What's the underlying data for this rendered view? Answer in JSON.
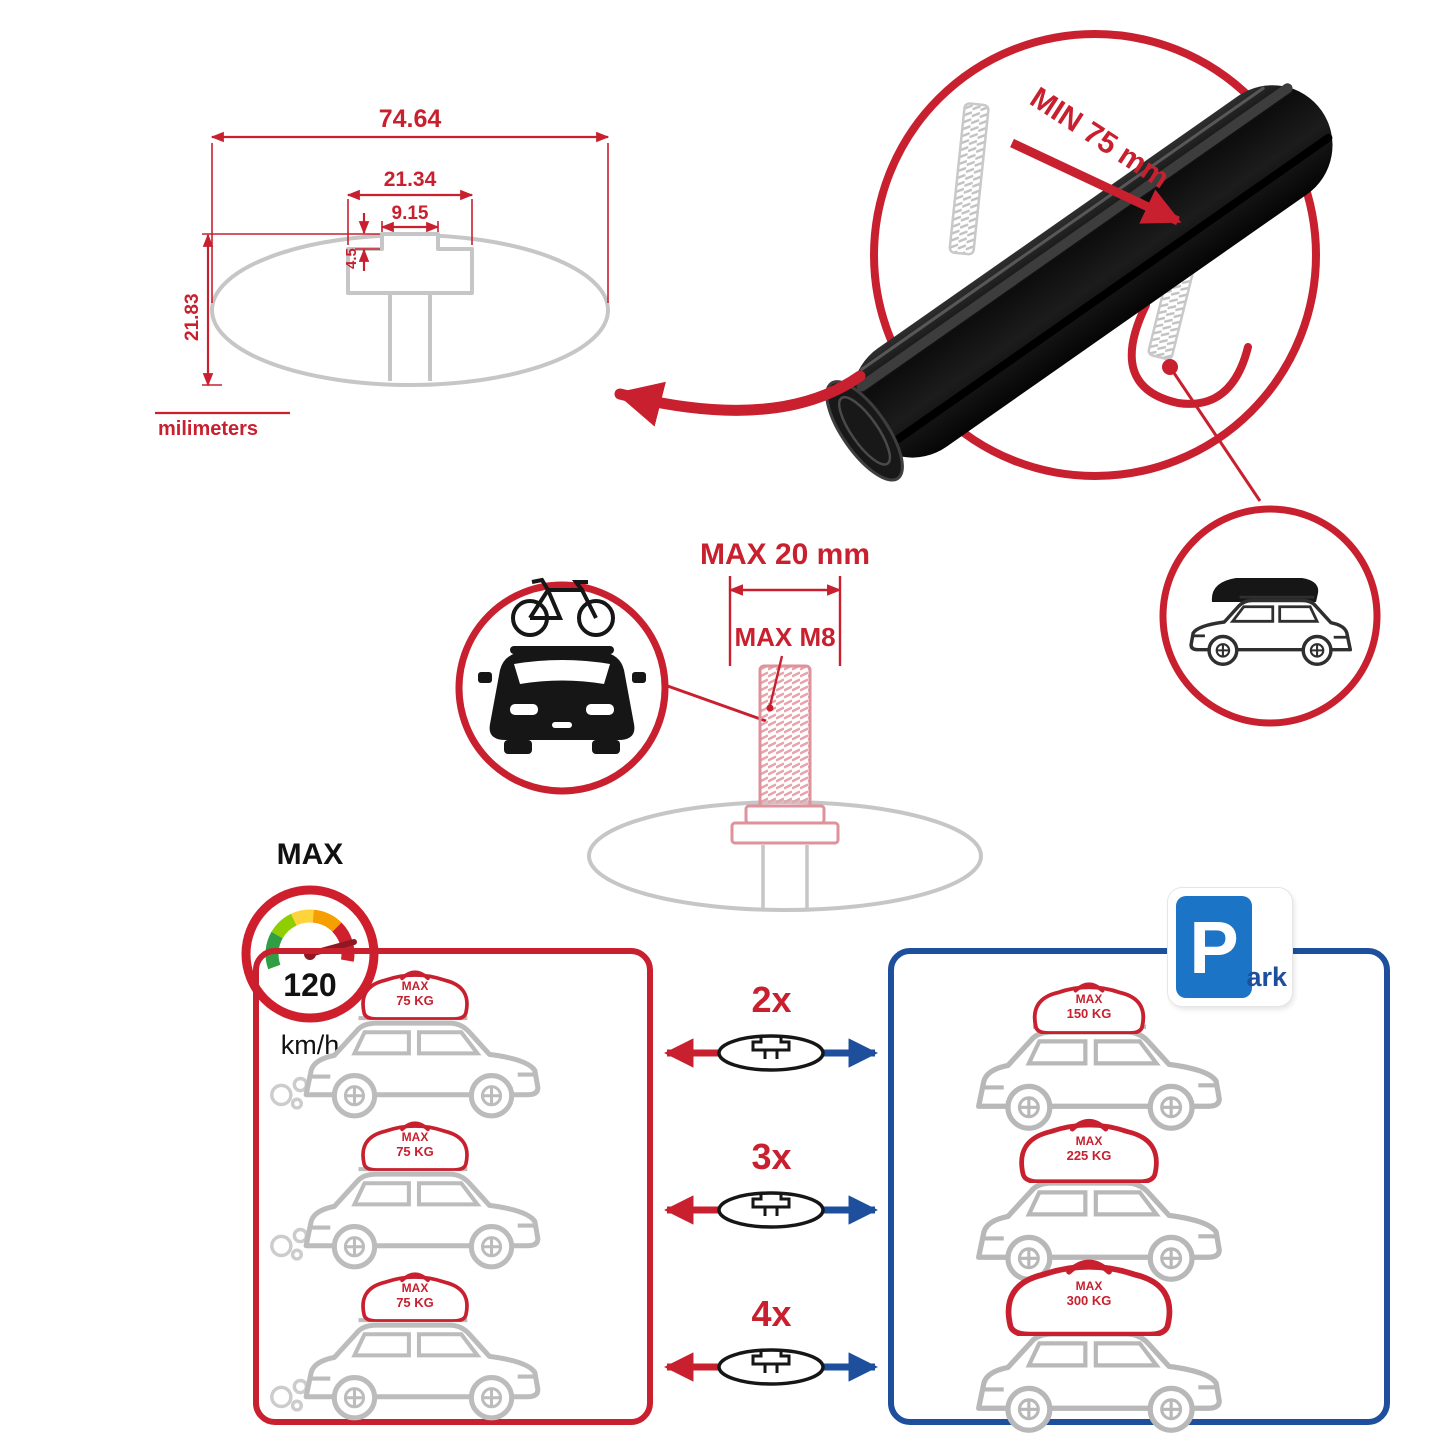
{
  "colors": {
    "accent_red": "#c8202f",
    "accent_blue": "#1d4f9c",
    "sign_blue": "#1b74c5",
    "outline_gray": "#c6c6c6",
    "bar_black": "#131313"
  },
  "profile_dimensions": {
    "total_width": "74.64",
    "channel_width": "21.34",
    "slot_width": "9.15",
    "slot_depth": "4.5",
    "total_height": "21.83",
    "units": "milimeters"
  },
  "bar_detail": {
    "min_clamp_span": "MIN 75 mm"
  },
  "bolt_detail": {
    "max_length": "MAX 20 mm",
    "max_thread": "MAX M8"
  },
  "speed_limit": {
    "label": "MAX",
    "value": "120",
    "unit": "km/h"
  },
  "park_sign": {
    "p": "P",
    "ark": "ark"
  },
  "capacity": {
    "multipliers": [
      "2x",
      "3x",
      "4x"
    ],
    "left_loads": [
      {
        "l1": "MAX",
        "l2": "75 KG"
      },
      {
        "l1": "MAX",
        "l2": "75 KG"
      },
      {
        "l1": "MAX",
        "l2": "75 KG"
      }
    ],
    "right_loads": [
      {
        "l1": "MAX",
        "l2": "150 KG"
      },
      {
        "l1": "MAX",
        "l2": "225 KG"
      },
      {
        "l1": "MAX",
        "l2": "300 KG"
      }
    ]
  }
}
